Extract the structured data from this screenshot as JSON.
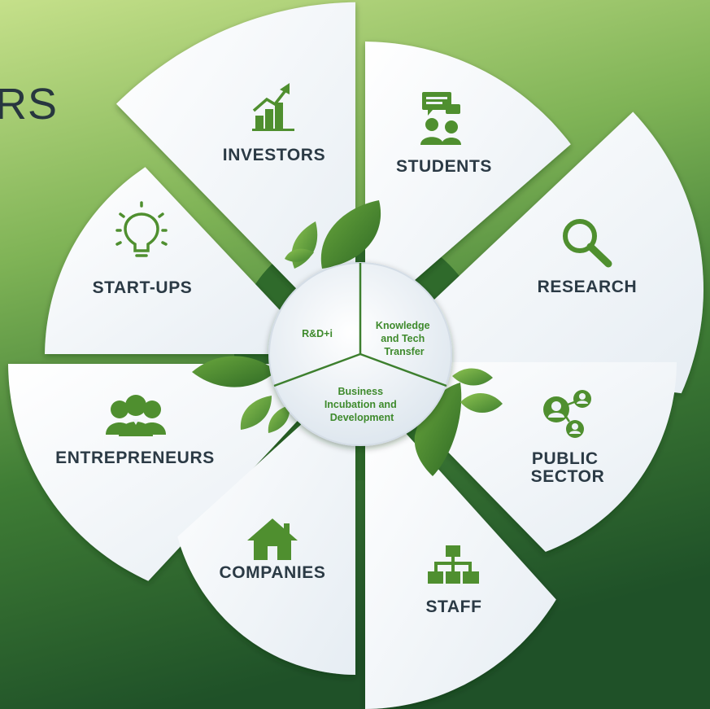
{
  "title_fragment": "RS",
  "segments": {
    "investors": "INVESTORS",
    "students": "STUDENTS",
    "start_ups": "START-UPS",
    "research": "RESEARCH",
    "entrepreneurs": "ENTREPRENEURS",
    "public_sector": [
      "PUBLIC",
      "SECTOR"
    ],
    "companies": "COMPANIES",
    "staff": "STAFF"
  },
  "hub": {
    "rdi": "R&D+i",
    "knowledge": [
      "Knowledge",
      "and Tech",
      "Transfer"
    ],
    "business": [
      "Business",
      "Incubation and",
      "Development"
    ]
  },
  "icons": {
    "investors": "growth-chart-icon",
    "students": "chat-people-icon",
    "start_ups": "lightbulb-icon",
    "research": "magnifier-icon",
    "entrepreneurs": "group-icon",
    "public_sector": "network-people-icon",
    "companies": "house-icon",
    "staff": "org-chart-icon"
  },
  "colors": {
    "accent_green": "#4f8f2f",
    "text_dark": "#2b3a45",
    "hub_text_green": "#3e8a2c"
  }
}
